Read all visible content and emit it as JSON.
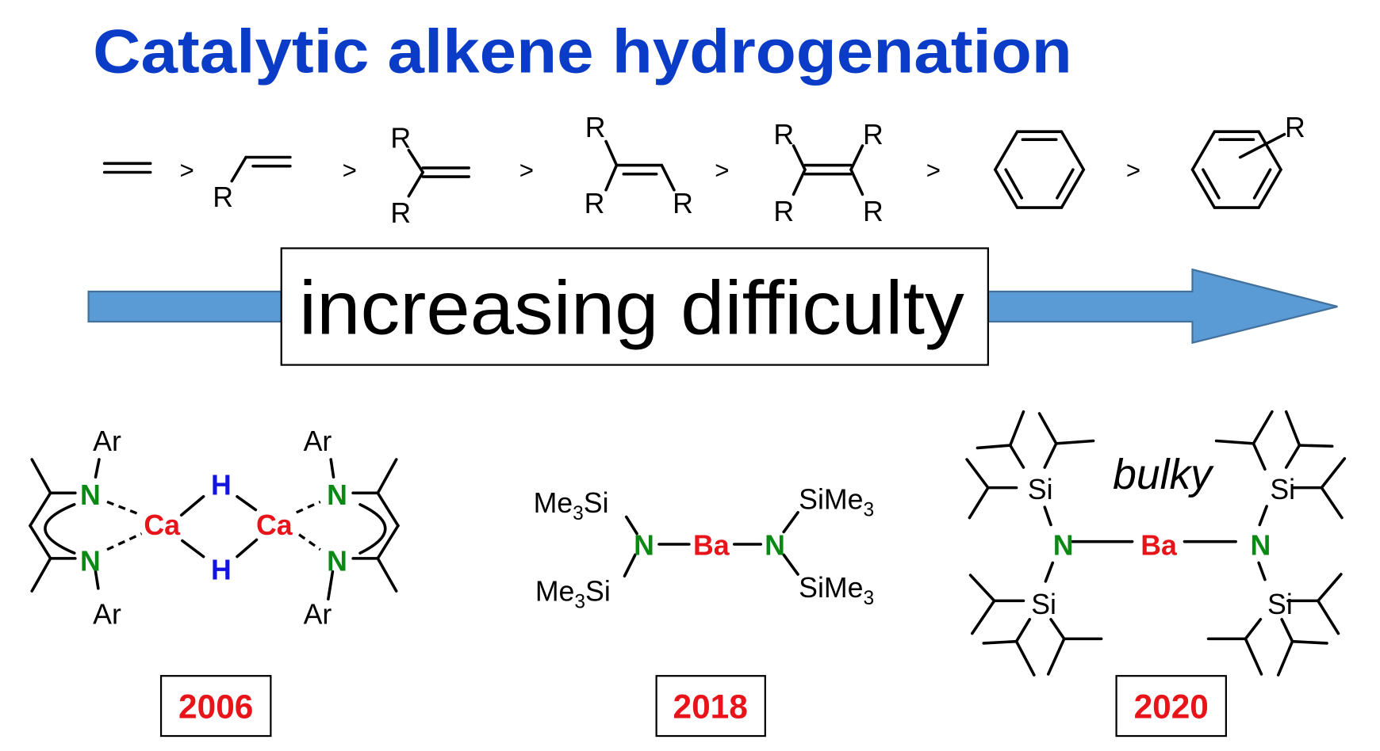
{
  "title": "Catalytic alkene hydrogenation",
  "banner": {
    "text": "increasing difficulty",
    "arrow_color": "#5b9bd5"
  },
  "series_labels": {
    "gt": ">",
    "R": "R"
  },
  "complex_2006": {
    "Ar": "Ar",
    "N": "N",
    "Ca": "Ca",
    "H": "H",
    "year": "2006"
  },
  "complex_2018": {
    "me3si_prefix": "Me",
    "sub": "3",
    "me3si_suffix": "Si",
    "sime3_prefix": "SiMe",
    "N": "N",
    "Ba": "Ba",
    "year": "2018"
  },
  "complex_2020": {
    "Si": "Si",
    "N": "N",
    "Ba": "Ba",
    "note": "bulky",
    "year": "2020"
  },
  "colors": {
    "title": "#0b3cc8",
    "nitrogen": "#0a8a14",
    "metal": "#e8141a",
    "hydride": "#1414e0"
  }
}
